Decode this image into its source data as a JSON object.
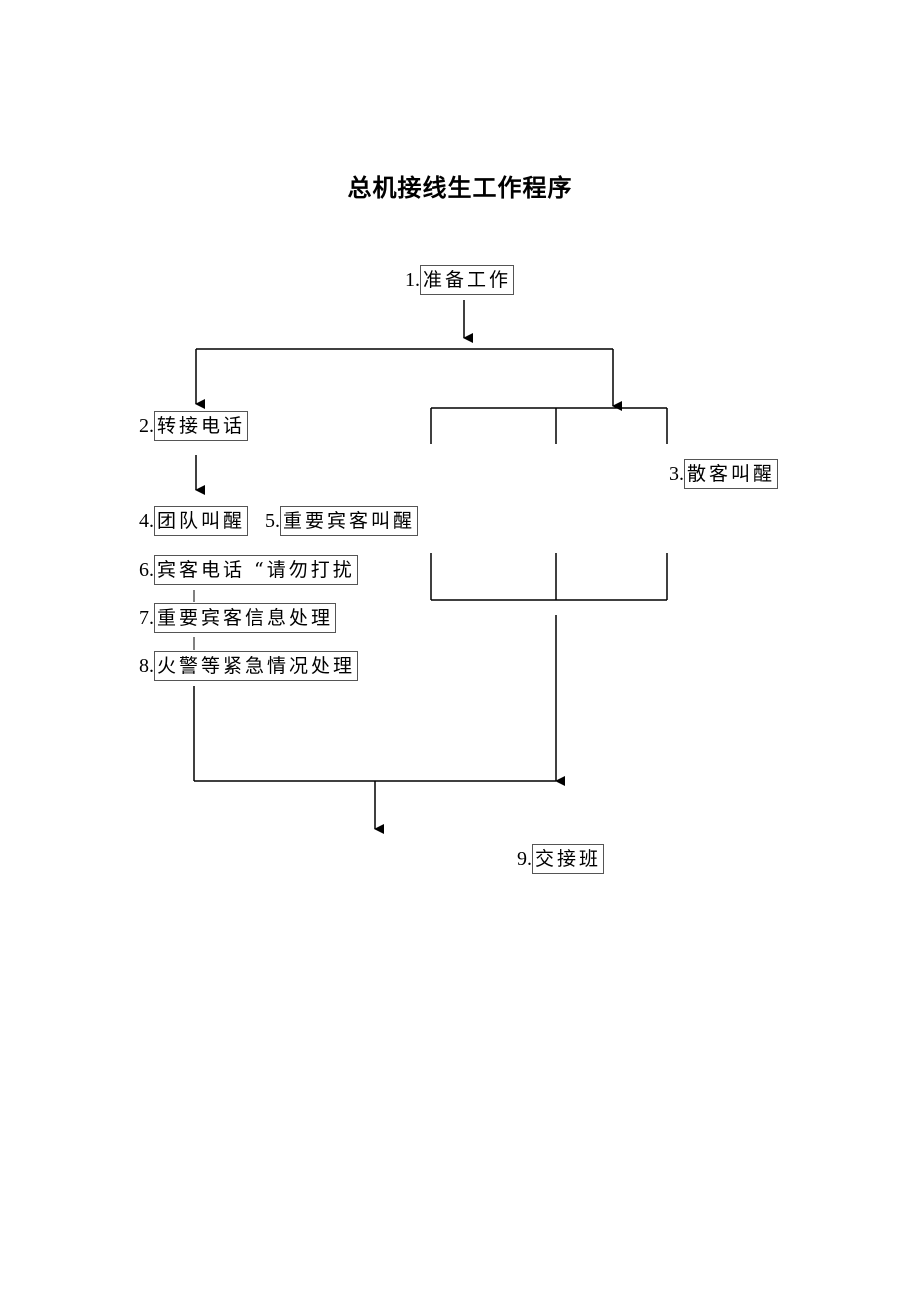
{
  "title": "总机接线生工作程序",
  "steps": [
    {
      "num": "1.",
      "label": "准备工作"
    },
    {
      "num": "2.",
      "label": "转接电话"
    },
    {
      "num": "3.",
      "label": "散客叫醒"
    },
    {
      "num": "4.",
      "label": "团队叫醒"
    },
    {
      "num": "5.",
      "label": "重要宾客叫醒"
    },
    {
      "num": "6.",
      "label": "宾客电话 “请勿打扰"
    },
    {
      "num": "7.",
      "label": "重要宾客信息处理"
    },
    {
      "num": "8.",
      "label": "火警等紧急情况处理"
    },
    {
      "num": "9.",
      "label": "交接班"
    }
  ]
}
